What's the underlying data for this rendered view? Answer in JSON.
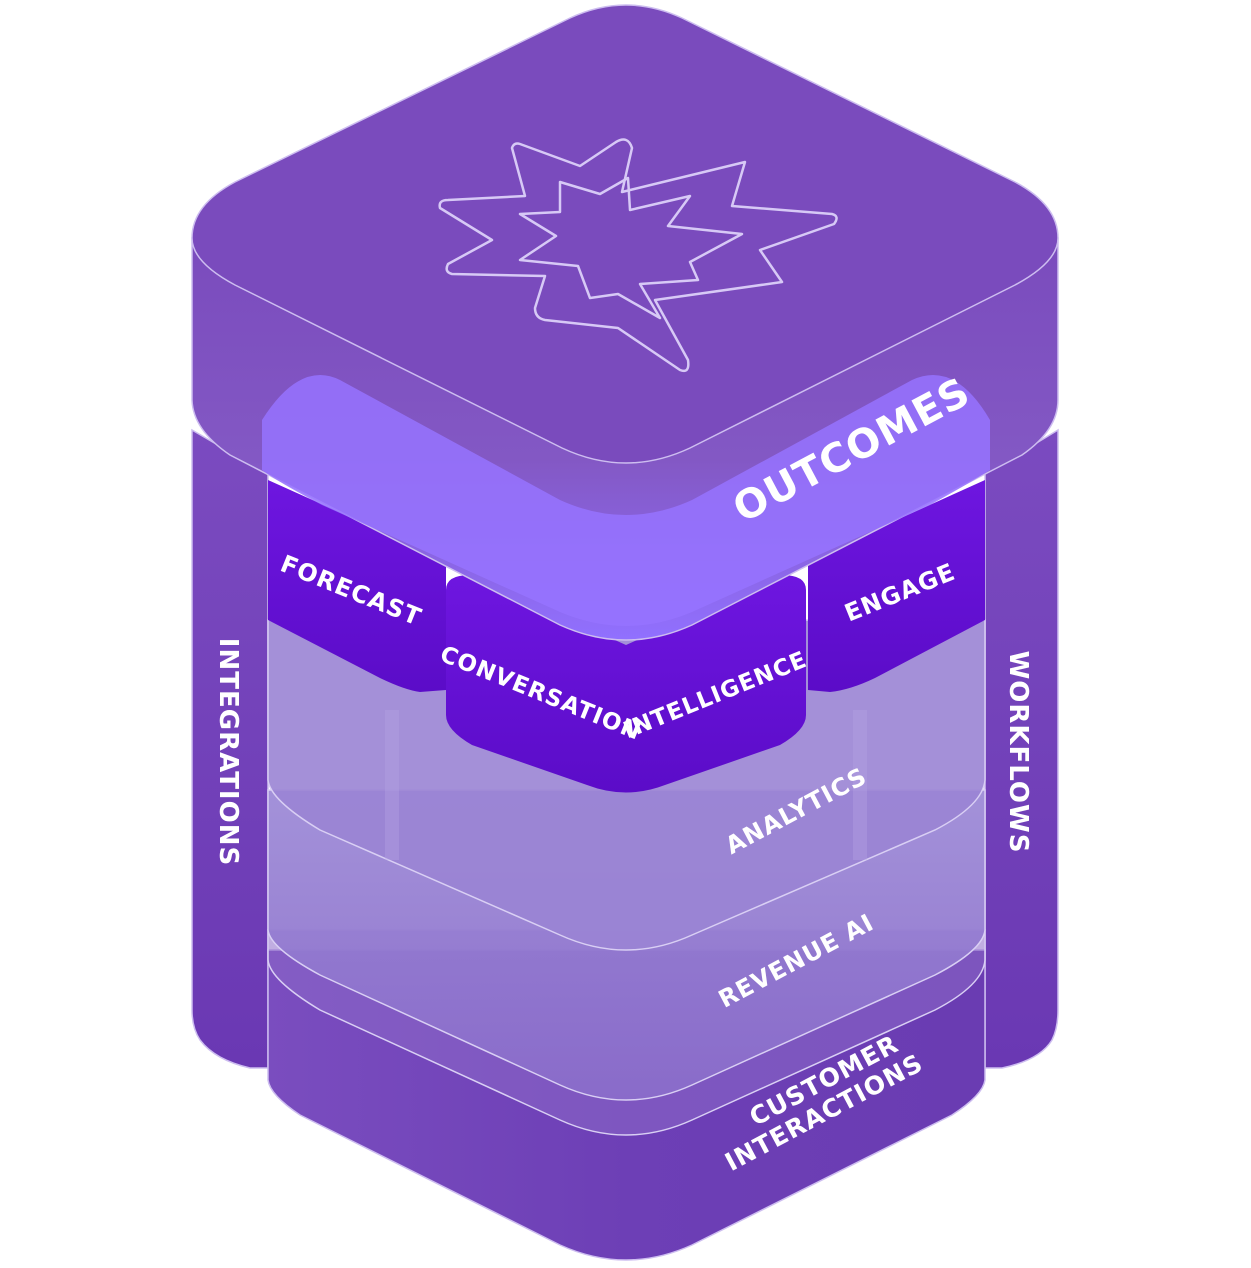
{
  "layers": {
    "outcomes": "OUTCOMES",
    "forecast": "FORECAST",
    "conversation": "CONVERSATION",
    "intelligence": "INTELLIGENCE",
    "engage": "ENGAGE",
    "analytics": "ANALYTICS",
    "revenue_ai": "REVENUE AI",
    "customer_interactions_line1": "CUSTOMER",
    "customer_interactions_line2": "INTERACTIONS"
  },
  "pillars": {
    "left": "INTEGRATIONS",
    "right": "WORKFLOWS"
  },
  "icons": {
    "top": "starburst-logo-icon"
  },
  "colors": {
    "base_purple": "#7448b8",
    "top_purple": "#7a4cbd",
    "glass_lilac": "#9a84d2",
    "bright_violet": "#8f6bff",
    "block_violet": "#6410d4",
    "outline": "#cfc3f0"
  }
}
